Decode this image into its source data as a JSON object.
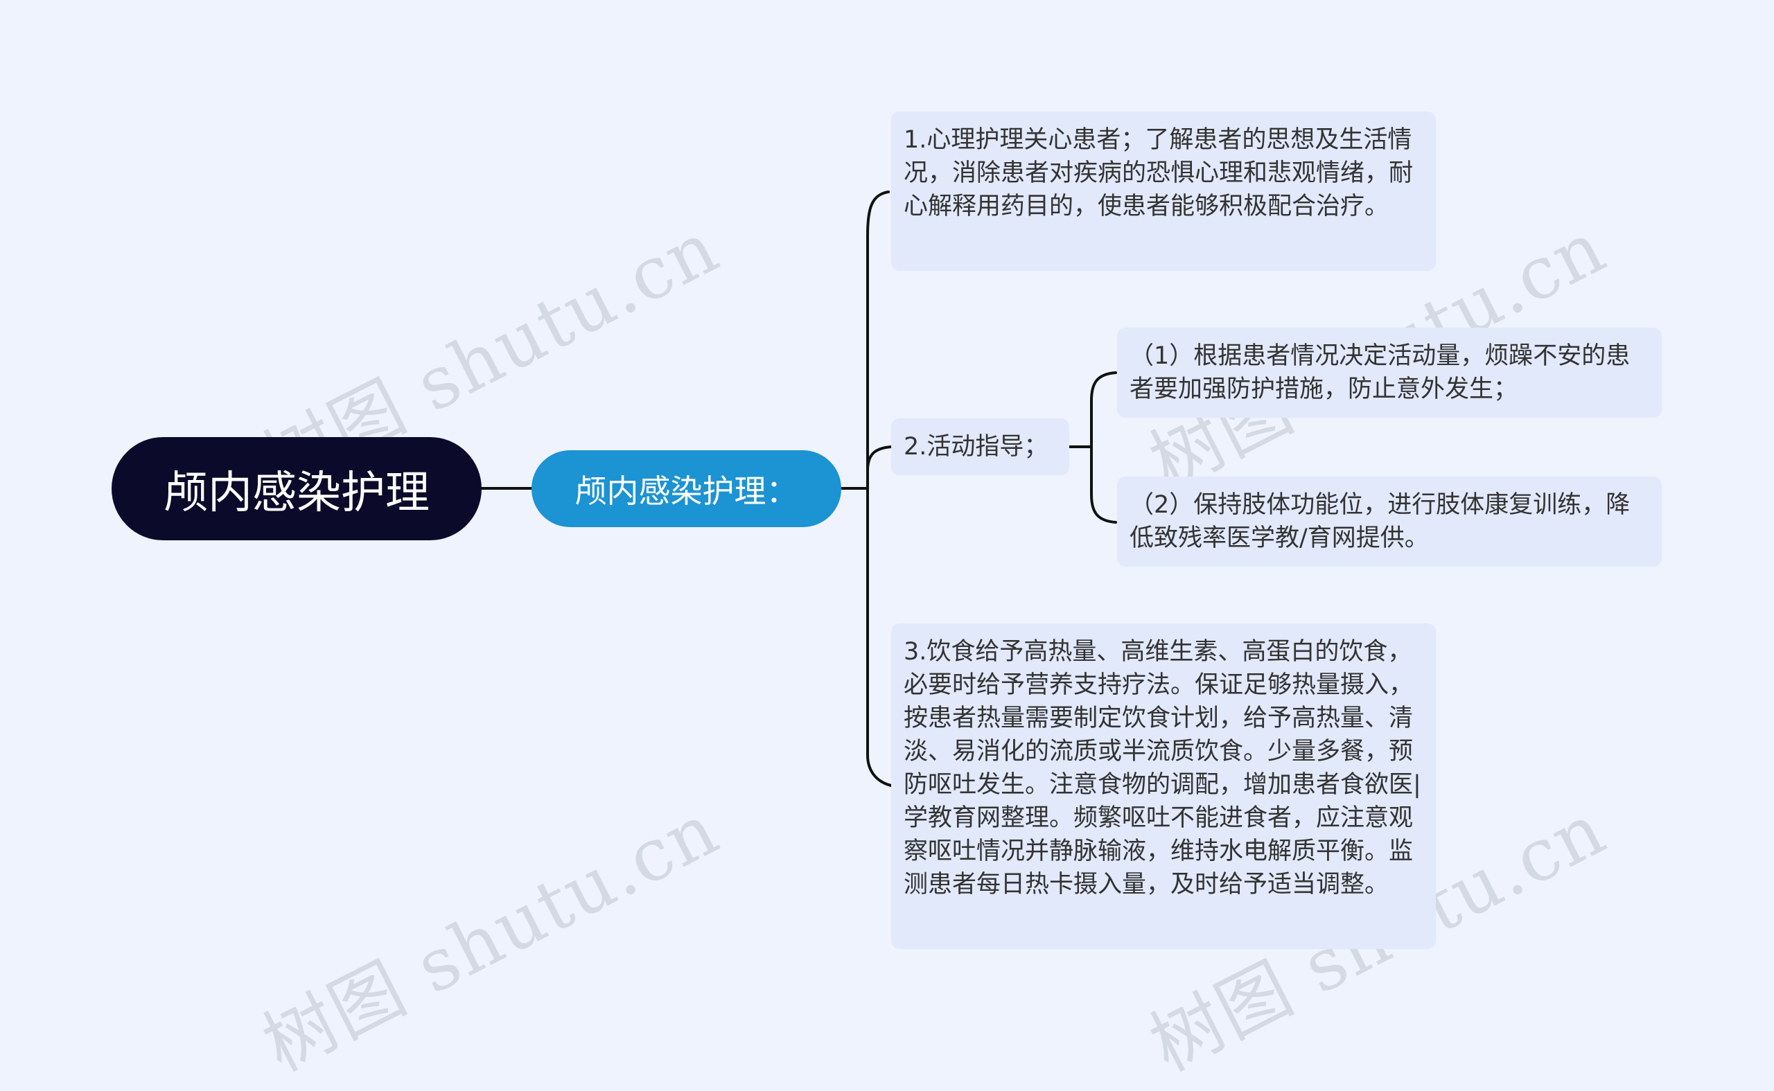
{
  "watermark": {
    "text": "树图 shutu.cn"
  },
  "root": {
    "label": "颅内感染护理"
  },
  "mid": {
    "label": "颅内感染护理："
  },
  "items": {
    "item1": {
      "text": "1.心理护理关心患者；了解患者的思想及生活情况，消除患者对疾病的恐惧心理和悲观情绪，耐心解释用药目的，使患者能够积极配合治疗。"
    },
    "item2": {
      "text": "2.活动指导；",
      "children": [
        {
          "text": "（1）根据患者情况决定活动量，烦躁不安的患者要加强防护措施，防止意外发生；"
        },
        {
          "text": "（2）保持肢体功能位，进行肢体康复训练，降低致残率医学教/育网提供。"
        }
      ]
    },
    "item3": {
      "text": "3.饮食给予高热量、高维生素、高蛋白的饮食，必要时给予营养支持疗法。保证足够热量摄入，按患者热量需要制定饮食计划，给予高热量、清淡、易消化的流质或半流质饮食。少量多餐，预防呕吐发生。注意食物的调配，增加患者食欲医|学教育网整理。频繁呕吐不能进食者，应注意观察呕吐情况并静脉输液，维持水电解质平衡。监测患者每日热卡摄入量，及时给予适当调整。"
    }
  },
  "colors": {
    "background": "#eef3fd",
    "root_fill": "#0c0a2a",
    "mid_fill": "#1c93d3",
    "leaf_fill": "#e1e9fb",
    "connector": "#111111"
  }
}
